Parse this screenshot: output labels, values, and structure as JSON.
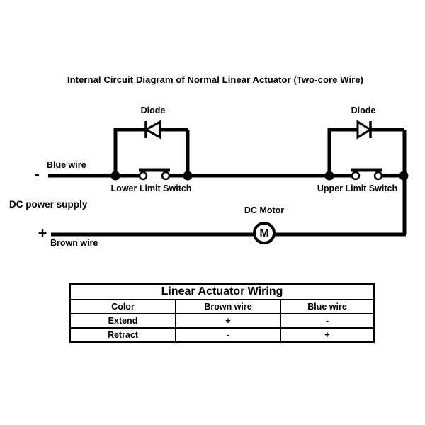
{
  "title": "Internal Circuit Diagram of Normal Linear Actuator (Two-core Wire)",
  "diagram": {
    "left_diode_label": "Diode",
    "right_diode_label": "Diode",
    "blue_wire_label": "Blue wire",
    "minus_sign": "-",
    "plus_sign": "+",
    "lower_limit_switch_label": "Lower Limit Switch",
    "upper_limit_switch_label": "Upper Limit Switch",
    "dc_power_supply_label": "DC power supply",
    "brown_wire_label": "Brown wire",
    "dc_motor_label": "DC Motor",
    "motor_letter": "M"
  },
  "table": {
    "title": "Linear Actuator Wiring",
    "columns": [
      "Color",
      "Brown wire",
      "Blue wire"
    ],
    "rows": [
      {
        "action": "Extend",
        "brown": "+",
        "blue": "-"
      },
      {
        "action": "Retract",
        "brown": "-",
        "blue": "+"
      }
    ]
  },
  "colors": {
    "wire": "#000000",
    "background": "#ffffff"
  }
}
